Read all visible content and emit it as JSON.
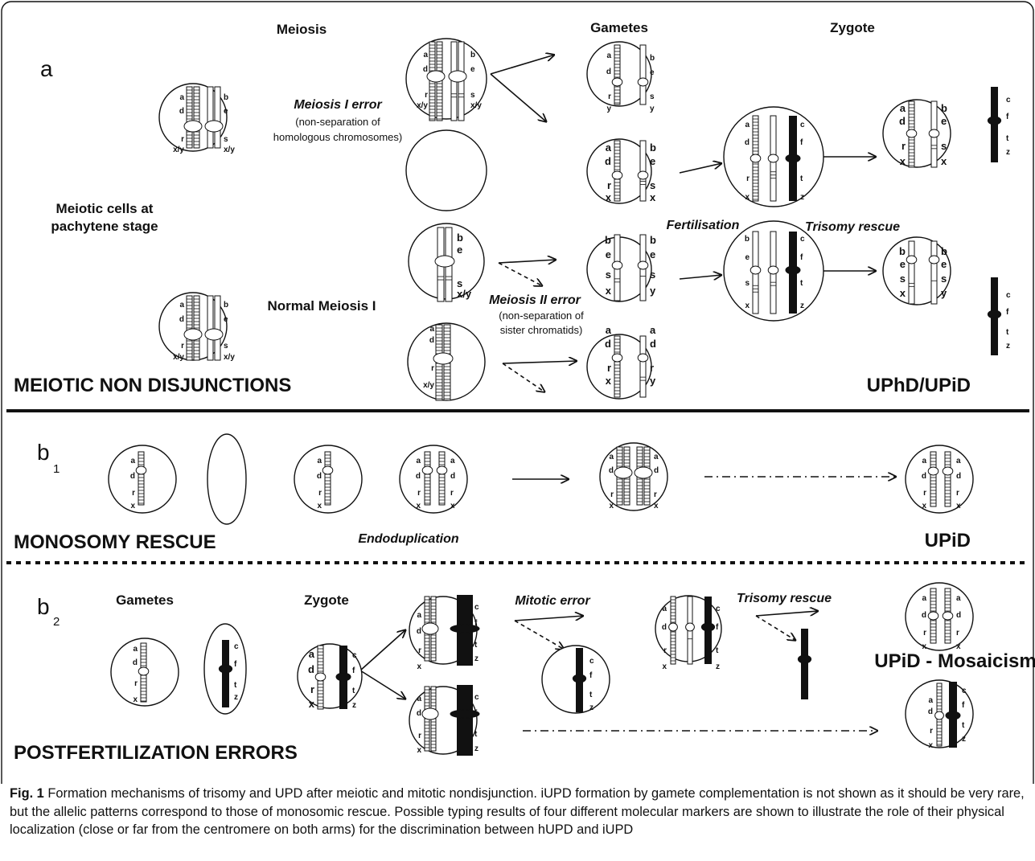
{
  "figure": {
    "caption_label": "Fig. 1",
    "caption_text": " Formation mechanisms of trisomy and UPD after meiotic and mitotic nondisjunction. iUPD formation by gamete complementation is not shown as it should be very rare, but the allelic patterns correspond to those of monosomic rescue. Possible typing results of four different molecular markers are shown to illustrate the role of their physical localization (close or far from the centromere on both arms) for the discrimination between hUPD and iUPD"
  },
  "panel_a": {
    "letter": "a",
    "meiosis": "Meiosis",
    "gametes": "Gametes",
    "zygote": "Zygote",
    "meiotic_cells_1": "Meiotic cells at",
    "meiotic_cells_2": "pachytene stage",
    "meiosis_i_error": "Meiosis I error",
    "meiosis_i_note_1": "(non-separation of",
    "meiosis_i_note_2": "homologous chromosomes)",
    "normal_meiosis": "Normal Meiosis I",
    "meiosis_ii_error": "Meiosis II error",
    "meiosis_ii_note_1": "(non-separation of",
    "meiosis_ii_note_2": "sister chromatids)",
    "fertilisation": "Fertilisation",
    "trisomy_rescue": "Trisomy rescue",
    "section_title": "MEIOTIC NON DISJUNCTIONS",
    "result": "UPhD/UPiD"
  },
  "panel_b1": {
    "letter": "b",
    "subscript": "1",
    "endoduplication": "Endoduplication",
    "section_title": "MONOSOMY RESCUE",
    "result": "UPiD"
  },
  "panel_b2": {
    "letter": "b",
    "subscript": "2",
    "gametes": "Gametes",
    "zygote": "Zygote",
    "mitotic_error": "Mitotic error",
    "trisomy_rescue": "Trisomy rescue",
    "result": "UPiD - Mosaicism",
    "section_title": "POSTFERTILIZATION ERRORS"
  },
  "markers": {
    "a": "a",
    "d": "d",
    "r": "r",
    "x": "x",
    "b": "b",
    "e": "e",
    "s": "s",
    "y": "y",
    "xy": "x/y",
    "c": "c",
    "f": "f",
    "t": "t",
    "z": "z"
  }
}
